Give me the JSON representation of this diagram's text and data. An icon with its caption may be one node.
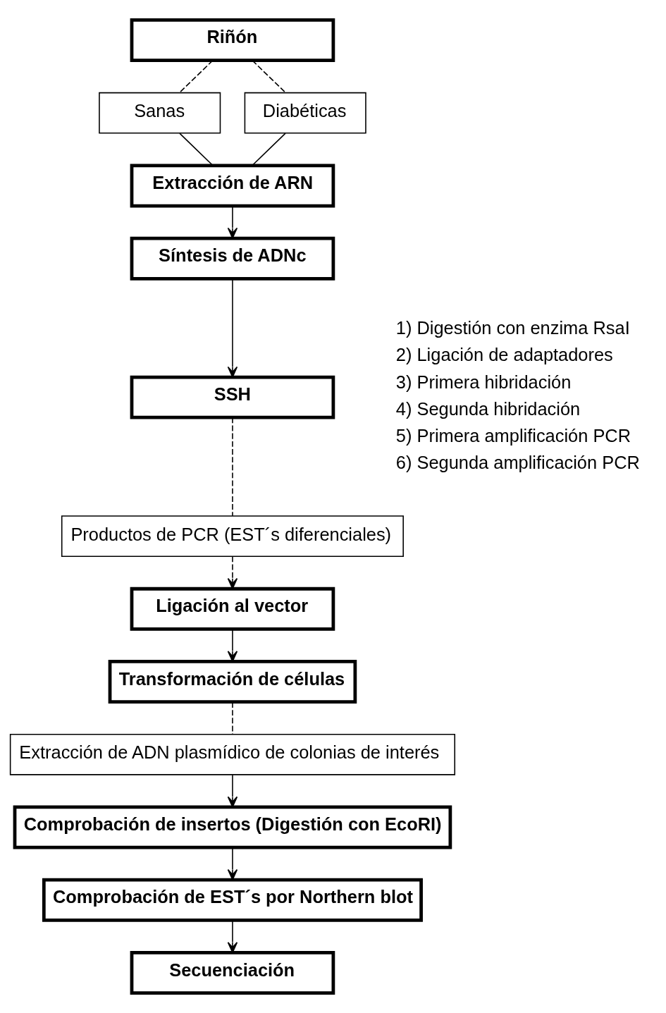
{
  "diagram": {
    "nodes": [
      {
        "text": [
          "Riñón"
        ]
      },
      {
        "text": [
          "Sanas"
        ]
      },
      {
        "text": [
          "Diabéticas"
        ]
      },
      {
        "text": [
          "Extracción de ARN"
        ]
      },
      {
        "text": [
          "Síntesis de ADNc"
        ]
      },
      {
        "text": [
          "SSH"
        ],
        "beside": [
          "1) Digestión con enzima RsaI",
          "2) Ligación de adaptadores",
          "3) Primera hibridación",
          "4) Segunda hibridación",
          "5) Primera amplificación PCR",
          "6) Segunda amplificación PCR"
        ]
      },
      {
        "text": [
          "Productos de PCR (EST´s diferenciales)"
        ]
      },
      {
        "text": [
          "Ligación al vector"
        ]
      },
      {
        "text": [
          "Transformación de células"
        ]
      },
      {
        "text": [
          "Extracción de ADN plasmídico de colonias de interés"
        ]
      },
      {
        "text": [
          "Comprobación de insertos (Digestión con EcoRI)"
        ]
      },
      {
        "text": [
          "Comprobación de EST´s por Northern blot"
        ]
      },
      {
        "text": [
          "Secuenciación"
        ]
      }
    ],
    "edges": [
      {
        "from": 0,
        "to": 1,
        "arrow": "none",
        "style": "dashed"
      },
      {
        "from": 0,
        "to": 2,
        "arrow": "none",
        "style": "dashed"
      },
      {
        "from": 1,
        "to": 3,
        "arrow": "none"
      },
      {
        "from": 2,
        "to": 3,
        "arrow": "none"
      },
      {
        "from": 3,
        "to": 4,
        "arrow": "to"
      },
      {
        "from": 4,
        "to": 5,
        "arrow": "to"
      },
      {
        "from": 5,
        "to": 6,
        "arrow": "none",
        "style": "dashed"
      },
      {
        "from": 6,
        "to": 7,
        "arrow": "to",
        "style": "dashed"
      },
      {
        "from": 7,
        "to": 8,
        "arrow": "to"
      },
      {
        "from": 8,
        "to": 9,
        "arrow": "none",
        "style": "dashed"
      },
      {
        "from": 9,
        "to": 10,
        "arrow": "to"
      },
      {
        "from": 10,
        "to": 11,
        "arrow": "to"
      },
      {
        "from": 11,
        "to": 12,
        "arrow": "to"
      }
    ]
  }
}
